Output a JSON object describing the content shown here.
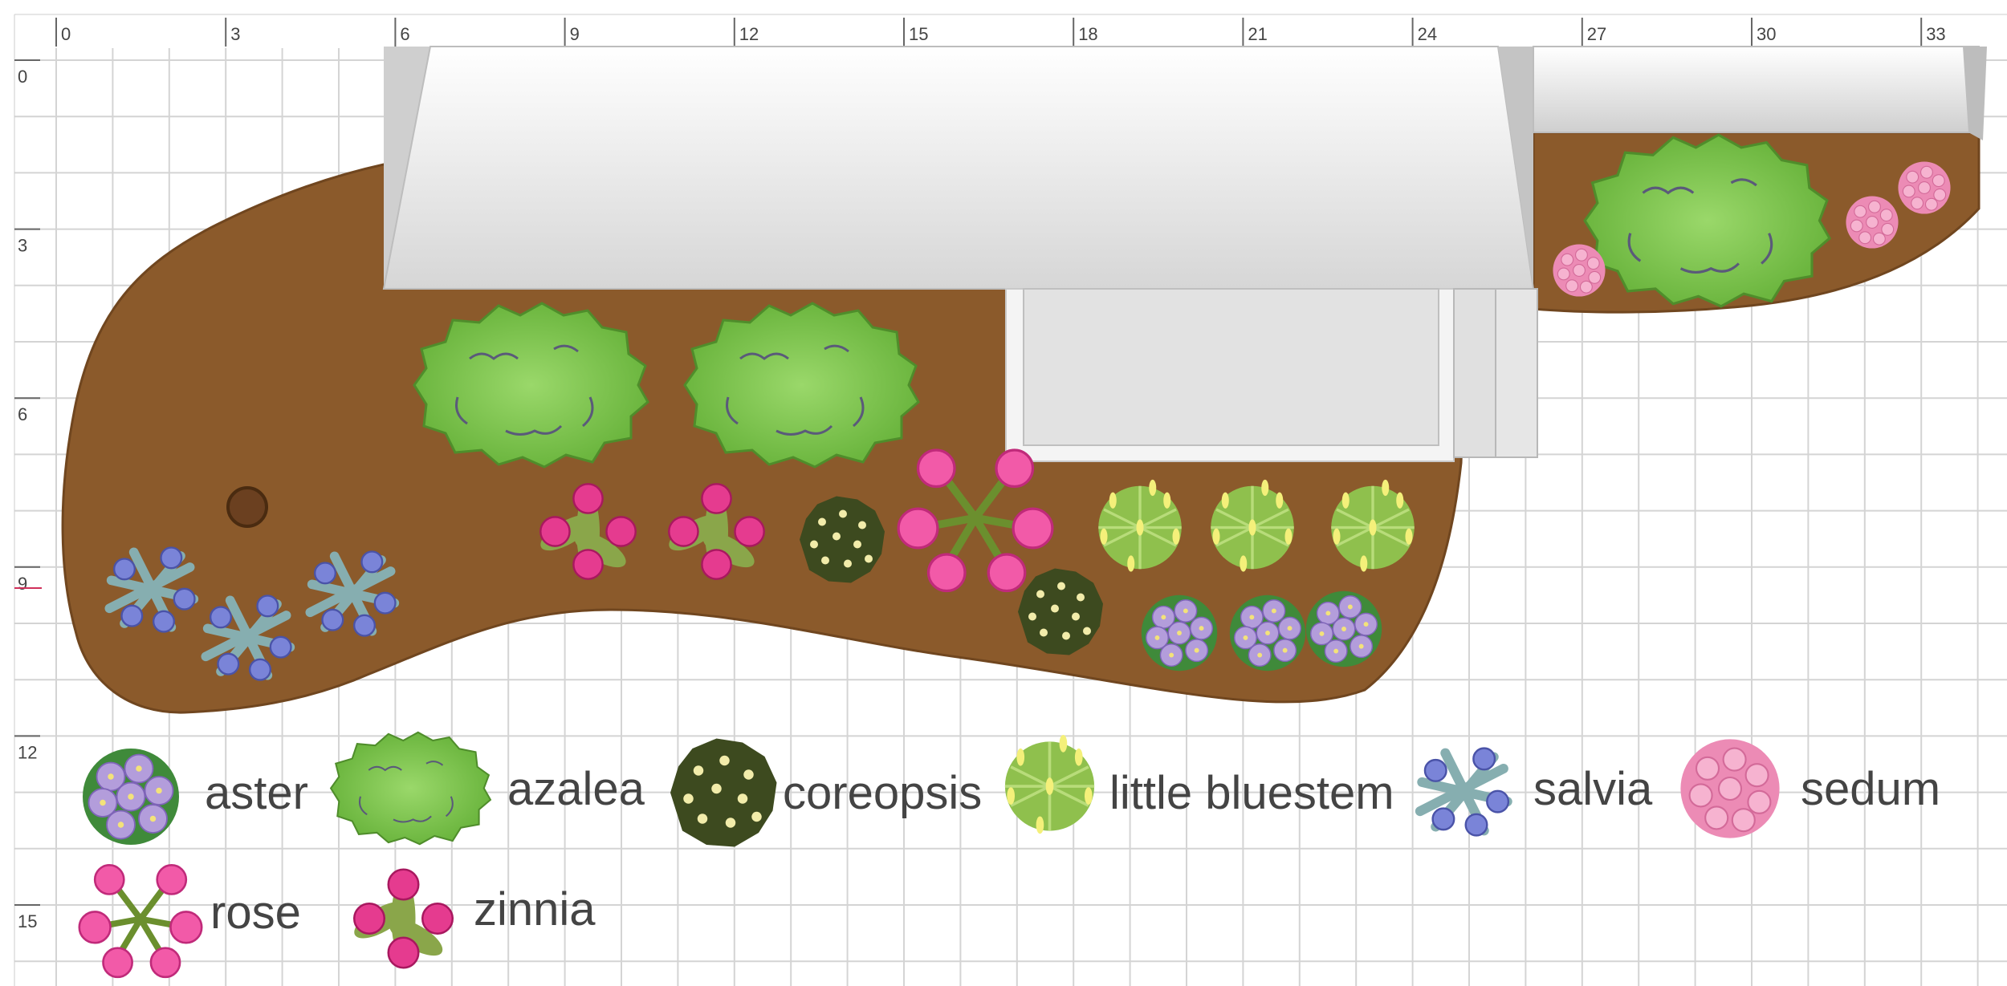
{
  "ruler": {
    "x_labels": [
      "0",
      "3",
      "6",
      "9",
      "12",
      "15",
      "18",
      "21",
      "24",
      "27",
      "30",
      "33"
    ],
    "y_labels": [
      "0",
      "3",
      "6",
      "9",
      "12",
      "15"
    ]
  },
  "legend": [
    {
      "id": "aster",
      "label": "aster",
      "icon": "aster-icon"
    },
    {
      "id": "azalea",
      "label": "azalea",
      "icon": "azalea-icon"
    },
    {
      "id": "coreopsis",
      "label": "coreopsis",
      "icon": "coreopsis-icon"
    },
    {
      "id": "little_bluestem",
      "label": "little bluestem",
      "icon": "little-bluestem-icon"
    },
    {
      "id": "salvia",
      "label": "salvia",
      "icon": "salvia-icon"
    },
    {
      "id": "sedum",
      "label": "sedum",
      "icon": "sedum-icon"
    },
    {
      "id": "rose",
      "label": "rose",
      "icon": "rose-icon"
    },
    {
      "id": "zinnia",
      "label": "zinnia",
      "icon": "zinnia-icon"
    }
  ],
  "colors": {
    "mulch": "#8b5a2b",
    "grid": "#d4d4d4",
    "house": "#e3e3e3",
    "azalea": "#7cc04d",
    "aster": "#b39ddb",
    "coreopsis": "#3d4a1f",
    "little_bluestem": "#9bcc55",
    "salvia": "#7aa6a8",
    "sedum": "#ec8bb5",
    "rose": "#ec4fa0",
    "zinnia": "#e53b8f"
  }
}
